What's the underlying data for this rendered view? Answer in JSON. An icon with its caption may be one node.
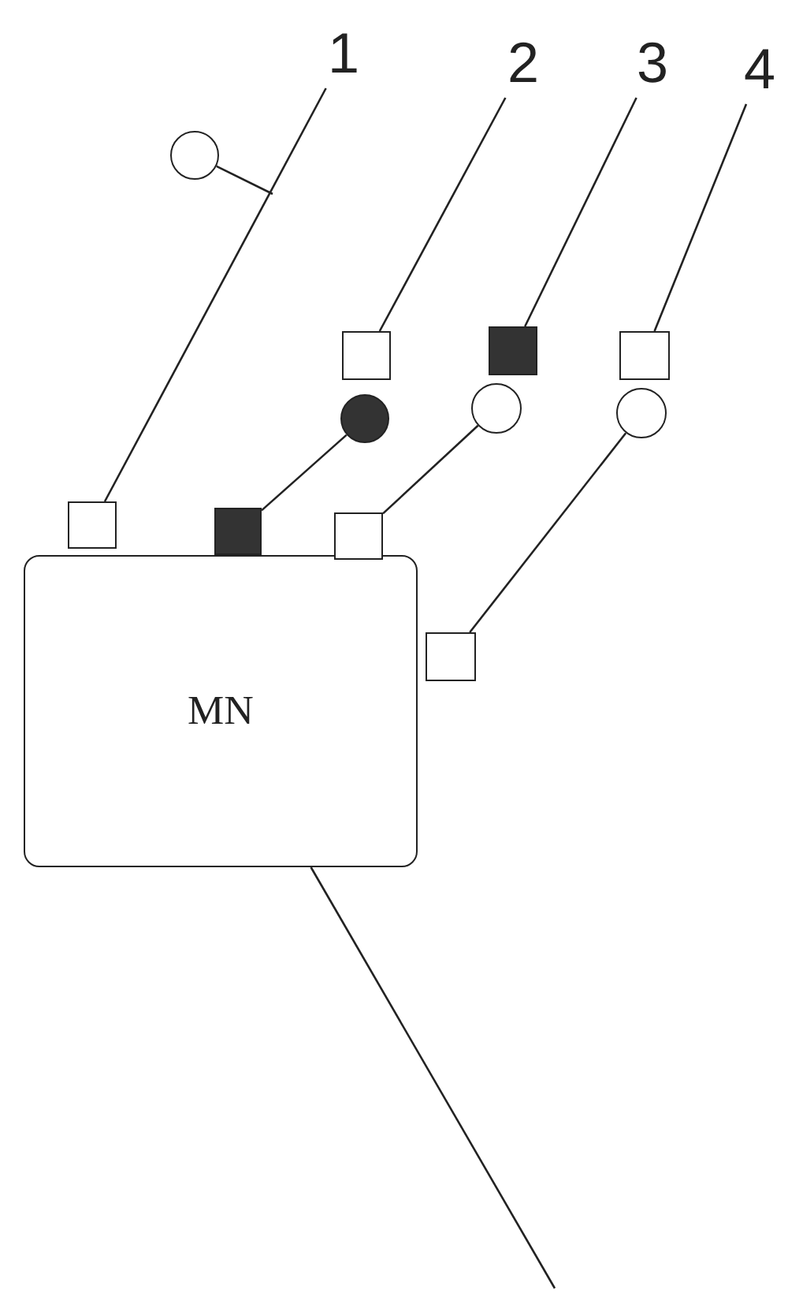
{
  "diagram": {
    "nodes": [
      {
        "text": [
          "1"
        ]
      },
      {
        "text": [
          "2"
        ]
      },
      {
        "text": [
          "3"
        ]
      },
      {
        "text": [
          "4"
        ]
      },
      {
        "text": [
          "MN"
        ]
      },
      {
        "text": [],
        "shape": "circle"
      },
      {
        "text": [],
        "shape": "box"
      },
      {
        "text": [],
        "shape": "box"
      },
      {
        "text": [],
        "shape": "box"
      },
      {
        "text": [],
        "shape": "box"
      },
      {
        "text": [],
        "shape": "circle"
      },
      {
        "text": [],
        "shape": "circle"
      },
      {
        "text": [],
        "shape": "circle"
      },
      {
        "text": [],
        "shape": "box"
      },
      {
        "text": [],
        "shape": "box"
      },
      {
        "text": [],
        "shape": "box"
      }
    ],
    "edges": [
      {
        "from": 0,
        "to": 6,
        "arrow": "none"
      },
      {
        "from": 1,
        "to": 7,
        "arrow": "none"
      },
      {
        "from": 2,
        "to": 8,
        "arrow": "none"
      },
      {
        "from": 3,
        "to": 9,
        "arrow": "none"
      },
      {
        "from": 5,
        "to": null,
        "arrow": "none"
      },
      {
        "from": 10,
        "to": 13,
        "arrow": "none"
      },
      {
        "from": 11,
        "to": 14,
        "arrow": "none"
      },
      {
        "from": 12,
        "to": 15,
        "arrow": "none"
      },
      {
        "from": 4,
        "to": null,
        "arrow": "none"
      }
    ]
  }
}
